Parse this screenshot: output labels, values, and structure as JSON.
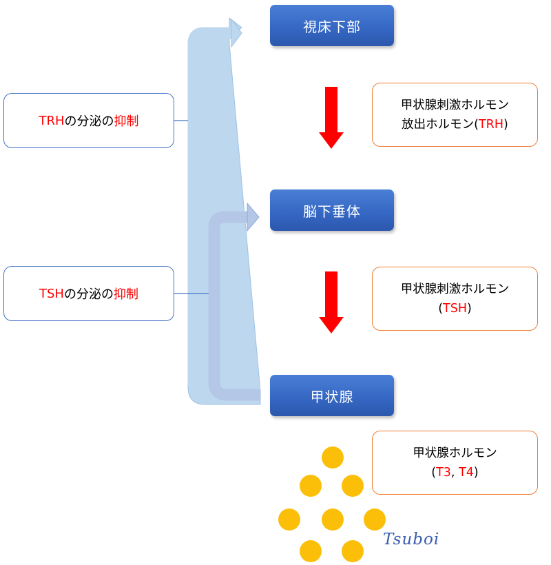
{
  "organs": {
    "hypothalamus": "視床下部",
    "pituitary": "脳下垂体",
    "thyroid": "甲状腺"
  },
  "hormones": {
    "trh": {
      "line1": "甲状腺刺激ホルモン",
      "line2_prefix": "放出ホルモン(",
      "line2_code": "TRH",
      "line2_suffix": ")"
    },
    "tsh": {
      "line1": "甲状腺刺激ホルモン",
      "line2_prefix": "(",
      "line2_code": "TSH",
      "line2_suffix": ")"
    },
    "t3t4": {
      "line1": "甲状腺ホルモン",
      "line2_prefix": "(",
      "code_a": "T3",
      "sep": ", ",
      "code_b": "T4",
      "line2_suffix": ")"
    }
  },
  "feedback": {
    "trh": {
      "code": "TRH",
      "middle": "の分泌の",
      "action": "抑制"
    },
    "tsh": {
      "code": "TSH",
      "middle": "の分泌の",
      "action": "抑制"
    }
  },
  "signature": "Tsuboi",
  "colors": {
    "organ_fill": "#3466c2",
    "down_arrow": "#ff0000",
    "hormone_border": "#ed7d31",
    "inhibit_border": "#4472c4",
    "feedback_arrow_light": "#bdd7ee",
    "feedback_arrow_medium": "#b4c7e7",
    "hormone_dot": "#fbbf0a",
    "signature": "#3a5cb0"
  },
  "icons": {
    "down_arrow": "red-down-arrow-icon",
    "feedback_arrow": "curved-feedback-arrow-icon",
    "hormone_dot": "hormone-molecule-dot"
  }
}
